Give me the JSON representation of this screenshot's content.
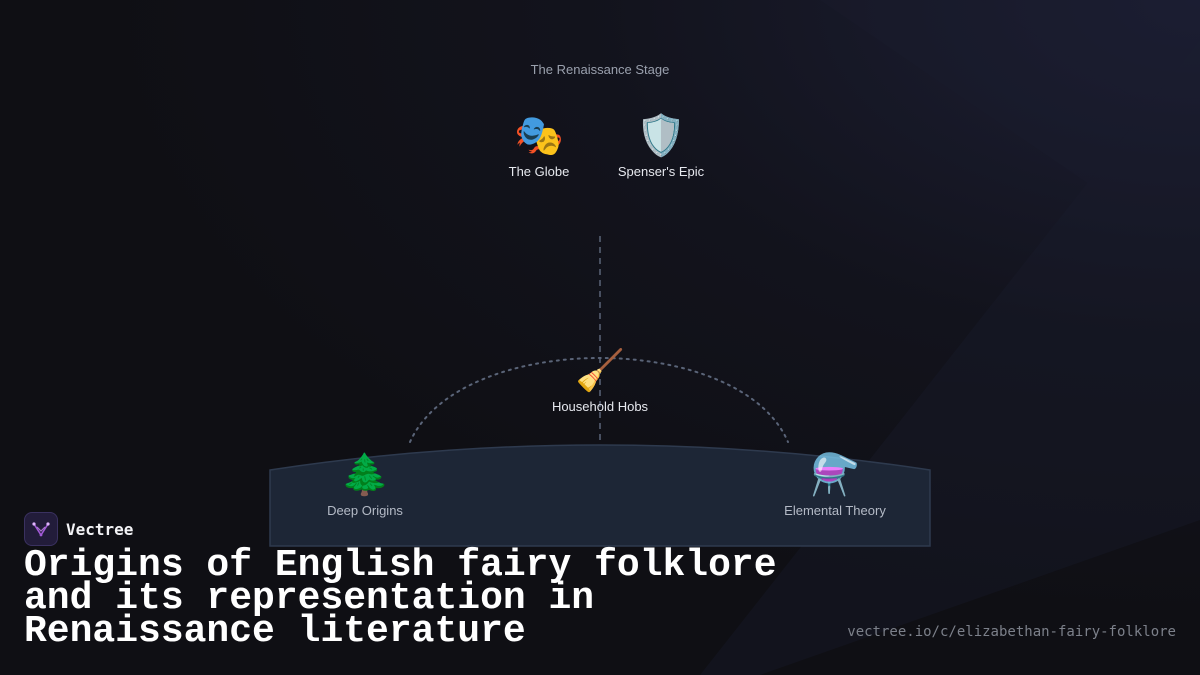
{
  "diagram": {
    "stage_title": "The Renaissance Stage",
    "nodes": {
      "globe": {
        "icon": "theater-masks-icon",
        "glyph": "🎭",
        "label": "The Globe"
      },
      "spenser": {
        "icon": "shield-icon",
        "glyph": "🛡️",
        "label": "Spenser's Epic"
      },
      "hobs": {
        "icon": "broom-icon",
        "glyph": "🧹",
        "label": "Household Hobs"
      },
      "origins": {
        "icon": "evergreen-tree-icon",
        "glyph": "🌲",
        "label": "Deep Origins"
      },
      "elemental": {
        "icon": "alembic-flask-icon",
        "glyph": "⚗️",
        "label": "Elemental Theory"
      }
    }
  },
  "brand": {
    "name": "Vectree",
    "logo_icon": "vectree-logo-icon"
  },
  "title": "Origins of English fairy folklore and its representation in Renaissance literature",
  "url": "vectree.io/c/elizabethan-fairy-folklore",
  "colors": {
    "background": "#0f0f14",
    "platform_fill": "#1d2636",
    "platform_stroke": "#2e3a4e",
    "connector": "#5a6478",
    "brand_accent": "#a35ad8"
  }
}
